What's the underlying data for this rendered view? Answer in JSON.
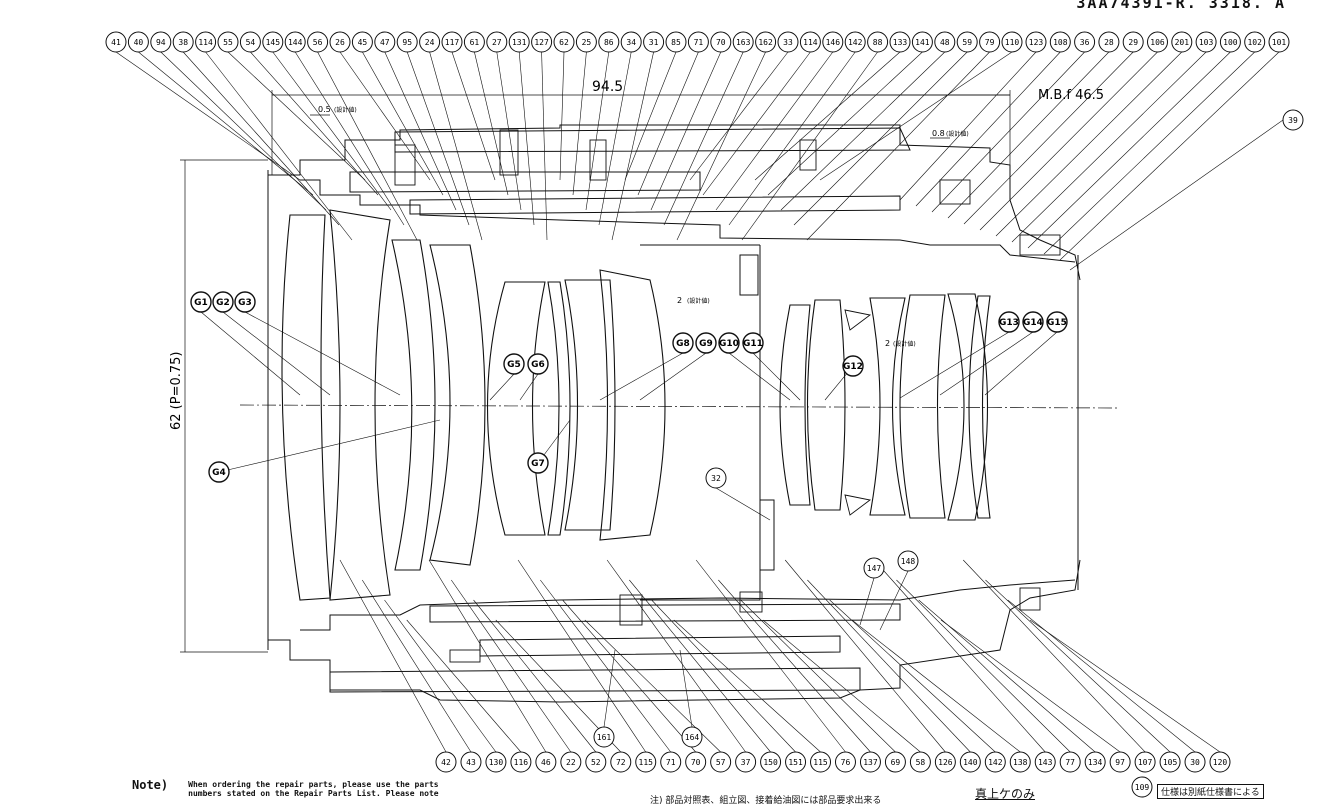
{
  "header": {
    "code": "3AA74391-R. 3318. A"
  },
  "dimensions": {
    "overall_length": "94.5",
    "mount_distance": "M.B.f 46.5",
    "diameter": "62 (P=0.75)",
    "gap_top": "0.5",
    "gap_top_note": "(設計値)",
    "gap_right": "0.8",
    "gap_right_note": "(設計値)",
    "gap_mid": "2",
    "gap_mid_note": "(設計値)",
    "gap_mid2": "2",
    "gap_mid2_note": "(設計値)"
  },
  "top_callouts": [
    "41",
    "40",
    "94",
    "38",
    "114",
    "55",
    "54",
    "145",
    "144",
    "56",
    "26",
    "45",
    "47",
    "95",
    "24",
    "117",
    "61",
    "27",
    "131",
    "127",
    "62",
    "25",
    "86",
    "34",
    "31",
    "85",
    "71",
    "70",
    "163",
    "162",
    "33",
    "114",
    "146",
    "142",
    "88",
    "133",
    "141",
    "48",
    "59",
    "79",
    "110"
  ],
  "top_right_callouts": [
    "123",
    "108",
    "36",
    "28",
    "29",
    "106",
    "201",
    "103",
    "100",
    "102",
    "101"
  ],
  "side_callouts": [
    "39"
  ],
  "bottom_callouts": [
    "42",
    "43",
    "130",
    "116",
    "46",
    "22",
    "52",
    "72",
    "115",
    "71",
    "70",
    "57",
    "37",
    "150",
    "151",
    "115",
    "76",
    "137",
    "69",
    "58",
    "126",
    "140",
    "142",
    "138",
    "143",
    "77",
    "134",
    "97",
    "107",
    "105",
    "30",
    "120"
  ],
  "inner_callouts": [
    "161",
    "164",
    "32",
    "147",
    "148",
    "109"
  ],
  "group_labels": {
    "g1_3": [
      "G1",
      "G2",
      "G3"
    ],
    "g4": "G4",
    "g5_6": [
      "G5",
      "G6"
    ],
    "g7": "G7",
    "g8_11": [
      "G8",
      "G9",
      "G10",
      "G11"
    ],
    "g12": "G12",
    "g13_15": [
      "G13",
      "G14",
      "G15"
    ]
  },
  "notes": {
    "note_label": "Note)",
    "note_body_1": "When ordering the repair parts, please use the parts",
    "note_body_2": "numbers stated on the Repair Parts List. Please note",
    "japanese_note": "注) 部品対照表、組立図、接着給油図には部品要求出来る",
    "custom_note": "真上ケのみ",
    "spec_note": "仕様は別紙仕様書による"
  }
}
